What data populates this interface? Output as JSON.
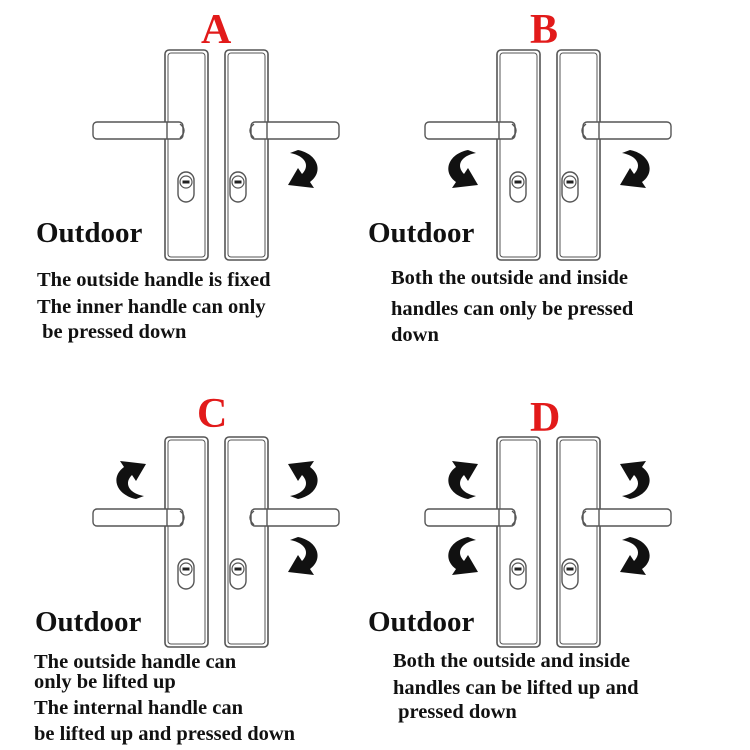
{
  "panels": [
    {
      "id": "A",
      "letter": "A",
      "outdoor_label": "Outdoor",
      "caption_lines": [
        "The outside handle is fixed",
        "The inner handle can only",
        " be pressed down"
      ],
      "arrows": {
        "outside_up": false,
        "outside_down": false,
        "inside_up": false,
        "inside_down": true
      }
    },
    {
      "id": "B",
      "letter": "B",
      "outdoor_label": "Outdoor",
      "caption_lines": [
        "Both the outside and inside",
        "handles can only be pressed",
        "down"
      ],
      "arrows": {
        "outside_up": false,
        "outside_down": true,
        "inside_up": false,
        "inside_down": true
      }
    },
    {
      "id": "C",
      "letter": "C",
      "outdoor_label": "Outdoor",
      "caption_lines": [
        "The outside handle can",
        "only be lifted up",
        "The internal handle can",
        "be lifted up and pressed down"
      ],
      "arrows": {
        "outside_up": true,
        "outside_down": false,
        "inside_up": true,
        "inside_down": true
      }
    },
    {
      "id": "D",
      "letter": "D",
      "outdoor_label": "Outdoor",
      "caption_lines": [
        "Both the outside and inside",
        "handles can be lifted up and",
        " pressed down"
      ],
      "arrows": {
        "outside_up": true,
        "outside_down": true,
        "inside_up": true,
        "inside_down": true
      }
    }
  ],
  "colors": {
    "letter": "#e21a1a",
    "text": "#111111",
    "outline": "#555555",
    "arrow": "#111111"
  }
}
